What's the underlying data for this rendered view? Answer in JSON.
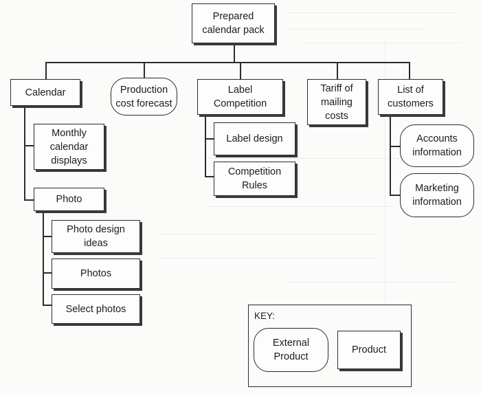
{
  "nodes": {
    "root": "Prepared\ncalendar pack",
    "calendar": "Calendar",
    "production_cost": "Production\ncost forecast",
    "label_competition": "Label\nCompetition",
    "tariff": "Tariff of\nmailing\ncosts",
    "list_customers": "List of\ncustomers",
    "monthly": "Monthly\ncalendar\ndisplays",
    "photo": "Photo",
    "photo_design": "Photo design\nideas",
    "photos": "Photos",
    "select_photos": "Select photos",
    "label_design": "Label design",
    "competition_rules": "Competition\nRules",
    "accounts": "Accounts\ninformation",
    "marketing": "Marketing\ninformation"
  },
  "key": {
    "title": "KEY:",
    "external": "External\nProduct",
    "product": "Product"
  }
}
